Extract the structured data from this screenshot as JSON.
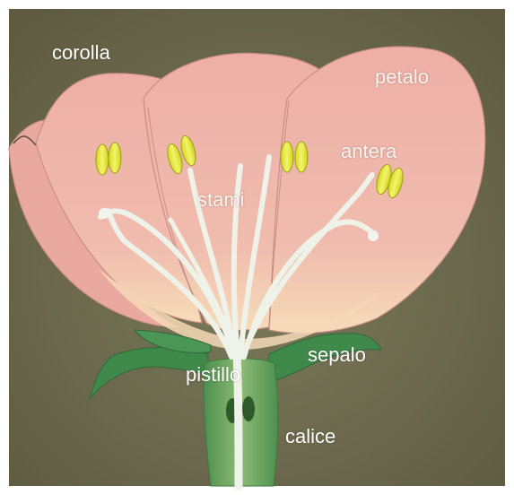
{
  "diagram": {
    "labels": {
      "corolla": "corolla",
      "petalo": "petalo",
      "antera": "antera",
      "stami": "stami",
      "sepalo": "sepalo",
      "pistillo": "pistillo",
      "calice": "calice"
    },
    "colors": {
      "background": "#6f6b4f",
      "petal": "#eeb3a9",
      "petal_light": "#f6cdbd",
      "petal_base": "#f7ddb8",
      "sepal": "#3f8a4a",
      "calyx": "#6fa760",
      "filament": "#eef2e8",
      "anther": "#e4e63a",
      "label_text": "#ffffff"
    }
  }
}
